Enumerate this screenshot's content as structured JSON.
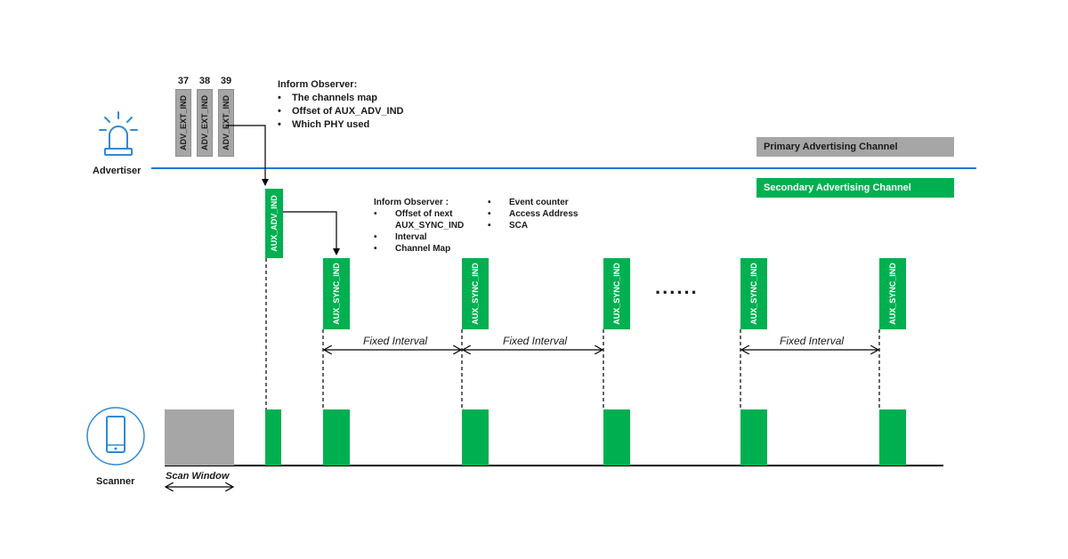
{
  "advertiser": {
    "label": "Advertiser"
  },
  "scanner": {
    "label": "Scanner",
    "scan_window_label": "Scan Window"
  },
  "primary_channels": [
    {
      "number": "37",
      "pdu": "ADV_EXT_IND"
    },
    {
      "number": "38",
      "pdu": "ADV_EXT_IND"
    },
    {
      "number": "39",
      "pdu": "ADV_EXT_IND"
    }
  ],
  "inform_primary": {
    "title": "Inform Observer:",
    "items": [
      "The channels map",
      "Offset of AUX_ADV_IND",
      "Which PHY used"
    ]
  },
  "legend": {
    "primary": "Primary Advertising Channel",
    "secondary": "Secondary Advertising Channel"
  },
  "aux_adv": {
    "pdu": "AUX_ADV_IND"
  },
  "inform_secondary": {
    "title": "Inform Observer :",
    "items_left": [
      "Offset of next",
      "AUX_SYNC_IND",
      "Interval",
      "Channel Map"
    ],
    "items_right": [
      "Event counter",
      "Access Address",
      "SCA"
    ]
  },
  "sync_pdus": [
    "AUX_SYNC_IND",
    "AUX_SYNC_IND",
    "AUX_SYNC_IND",
    "AUX_SYNC_IND",
    "AUX_SYNC_IND"
  ],
  "ellipsis": "......",
  "intervals": [
    "Fixed Interval",
    "Fixed Interval",
    "Fixed Interval"
  ],
  "colors": {
    "green": "#00b050",
    "blue_line": "#1f78d1",
    "grey": "#a6a6a6",
    "icon_blue": "#2e8ad8"
  }
}
